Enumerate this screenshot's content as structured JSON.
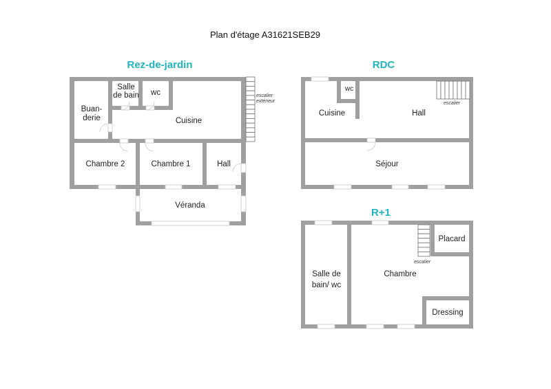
{
  "title": "Plan d'étage A31621SEB29",
  "colors": {
    "heading": "#1fb5c0",
    "wall": "#a0a0a0"
  },
  "rez_de_jardin": {
    "heading": "Rez-de-jardin",
    "rooms": {
      "salle_de_bain_1": "Salle",
      "salle_de_bain_2": "de bain",
      "wc": "wc",
      "buanderie_1": "Buan-",
      "buanderie_2": "derie",
      "cuisine": "Cuisine",
      "chambre2": "Chambre 2",
      "chambre1": "Chambre 1",
      "hall": "Hall",
      "veranda": "Véranda"
    },
    "stairs_label_1": "escalier",
    "stairs_label_2": "extérieur"
  },
  "rdc": {
    "heading": "RDC",
    "rooms": {
      "wc": "wc",
      "cuisine": "Cuisine",
      "hall": "Hall",
      "sejour": "Séjour"
    },
    "stairs_label": "escalier"
  },
  "r1": {
    "heading": "R+1",
    "rooms": {
      "sdb_1": "Salle de",
      "sdb_2": "bain/ wc",
      "chambre": "Chambre",
      "placard": "Placard",
      "dressing": "Dressing"
    },
    "stairs_label": "escalier"
  }
}
